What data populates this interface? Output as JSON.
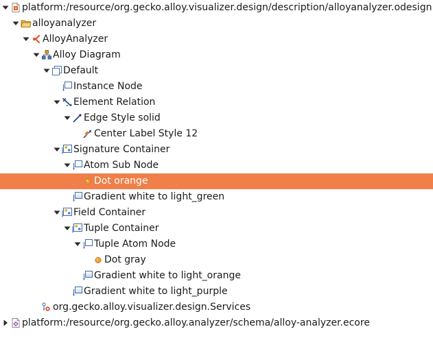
{
  "tree": {
    "items": [
      {
        "label": "platform:/resource/org.gecko.alloy.visualizer.design/description/alloyanalyzer.odesign",
        "icon": "odesign-file-icon",
        "twisty": "expanded",
        "level": 0
      },
      {
        "label": "alloyanalyzer",
        "icon": "folder-icon",
        "twisty": "expanded",
        "level": 1
      },
      {
        "label": "AlloyAnalyzer",
        "icon": "viewpoint-icon",
        "twisty": "expanded",
        "level": 2
      },
      {
        "label": "Alloy Diagram",
        "icon": "diagram-description-icon",
        "twisty": "expanded",
        "level": 3
      },
      {
        "label": "Default",
        "icon": "layer-icon",
        "twisty": "expanded",
        "level": 4
      },
      {
        "label": "Instance Node",
        "icon": "node-mapping-icon",
        "twisty": "none",
        "level": 5
      },
      {
        "label": "Element Relation",
        "icon": "edge-mapping-icon",
        "twisty": "expanded",
        "level": 5
      },
      {
        "label": "Edge Style solid",
        "icon": "edge-style-icon",
        "twisty": "expanded",
        "level": 6
      },
      {
        "label": "Center Label Style 12",
        "icon": "label-style-icon",
        "twisty": "none",
        "level": 7
      },
      {
        "label": "Signature Container",
        "icon": "container-mapping-icon",
        "twisty": "expanded",
        "level": 5
      },
      {
        "label": "Atom Sub Node",
        "icon": "node-mapping-icon",
        "twisty": "expanded",
        "level": 6
      },
      {
        "label": "Dot orange",
        "icon": "dot-style-icon",
        "twisty": "none",
        "level": 7,
        "selected": true
      },
      {
        "label": "Gradient white to light_green",
        "icon": "gradient-style-icon",
        "twisty": "none",
        "level": 6
      },
      {
        "label": "Field Container",
        "icon": "container-mapping-icon",
        "twisty": "expanded",
        "level": 5
      },
      {
        "label": "Tuple Container",
        "icon": "container-mapping-icon",
        "twisty": "expanded",
        "level": 6
      },
      {
        "label": "Tuple Atom Node",
        "icon": "node-mapping-icon",
        "twisty": "expanded",
        "level": 7
      },
      {
        "label": "Dot gray",
        "icon": "dot-style-icon",
        "twisty": "none",
        "level": 8
      },
      {
        "label": "Gradient white to light_orange",
        "icon": "gradient-style-icon",
        "twisty": "none",
        "level": 7
      },
      {
        "label": "Gradient white to light_purple",
        "icon": "gradient-style-icon",
        "twisty": "none",
        "level": 6
      },
      {
        "label": "org.gecko.alloy.visualizer.design.Services",
        "icon": "java-extension-icon",
        "twisty": "none",
        "level": 3
      },
      {
        "label": "platform:/resource/org.gecko.alloy.analyzer/schema/alloy-analyzer.ecore",
        "icon": "ecore-file-icon",
        "twisty": "collapsed",
        "level": 0
      }
    ]
  },
  "colors": {
    "selection": "#f07f49",
    "selection_text": "#ffffff",
    "text": "#1a1a1a",
    "twisty": "#2b2b2b"
  }
}
